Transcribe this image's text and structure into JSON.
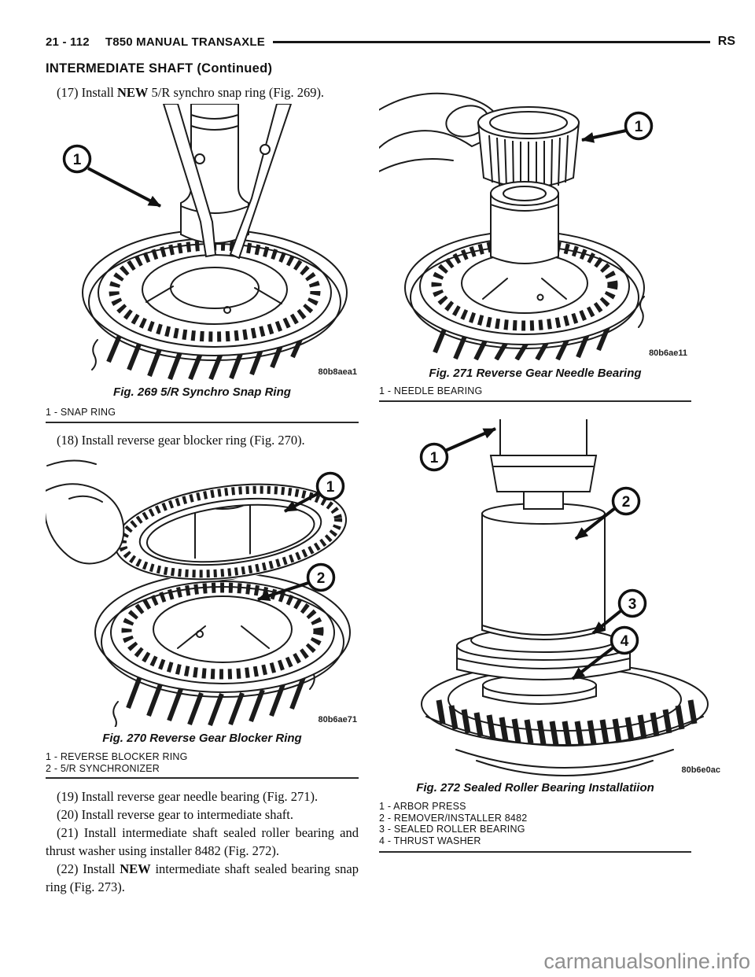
{
  "header": {
    "page_ref": "21 - 112",
    "title": "T850 MANUAL TRANSAXLE",
    "corner": "RS"
  },
  "section_title": "INTERMEDIATE SHAFT (Continued)",
  "steps": {
    "s17": [
      "(17) Install ",
      "NEW",
      " 5/R synchro snap ring (Fig. 269)."
    ],
    "s18": "(18) Install reverse gear blocker ring (Fig. 270).",
    "s19": "(19) Install reverse gear needle bearing (Fig. 271).",
    "s20": "(20) Install reverse gear to intermediate shaft.",
    "s21": "(21) Install intermediate shaft sealed roller bearing and thrust washer using installer 8482 (Fig. 272).",
    "s22": [
      "(22) Install ",
      "NEW",
      " intermediate shaft sealed bearing snap ring (Fig. 273)."
    ]
  },
  "figures": {
    "fig269": {
      "caption": "Fig. 269 5/R Synchro Snap Ring",
      "code": "80b8aea1",
      "legend": [
        "1 - SNAP RING"
      ],
      "callouts": [
        "1"
      ]
    },
    "fig270": {
      "caption": "Fig. 270 Reverse Gear Blocker Ring",
      "code": "80b6ae71",
      "legend": [
        "1 - REVERSE BLOCKER RING",
        "2 - 5/R SYNCHRONIZER"
      ],
      "callouts": [
        "1",
        "2"
      ]
    },
    "fig271": {
      "caption": "Fig. 271 Reverse Gear Needle Bearing",
      "code": "80b6ae11",
      "legend": [
        "1 - NEEDLE BEARING"
      ],
      "callouts": [
        "1"
      ]
    },
    "fig272": {
      "caption": "Fig. 272 Sealed Roller Bearing Installatiion",
      "code": "80b6e0ac",
      "legend": [
        "1 - ARBOR PRESS",
        "2 - REMOVER/INSTALLER 8482",
        "3 - SEALED ROLLER BEARING",
        "4 - THRUST WASHER"
      ],
      "callouts": [
        "1",
        "2",
        "3",
        "4"
      ]
    }
  },
  "watermark": "carmanualsonline.info"
}
